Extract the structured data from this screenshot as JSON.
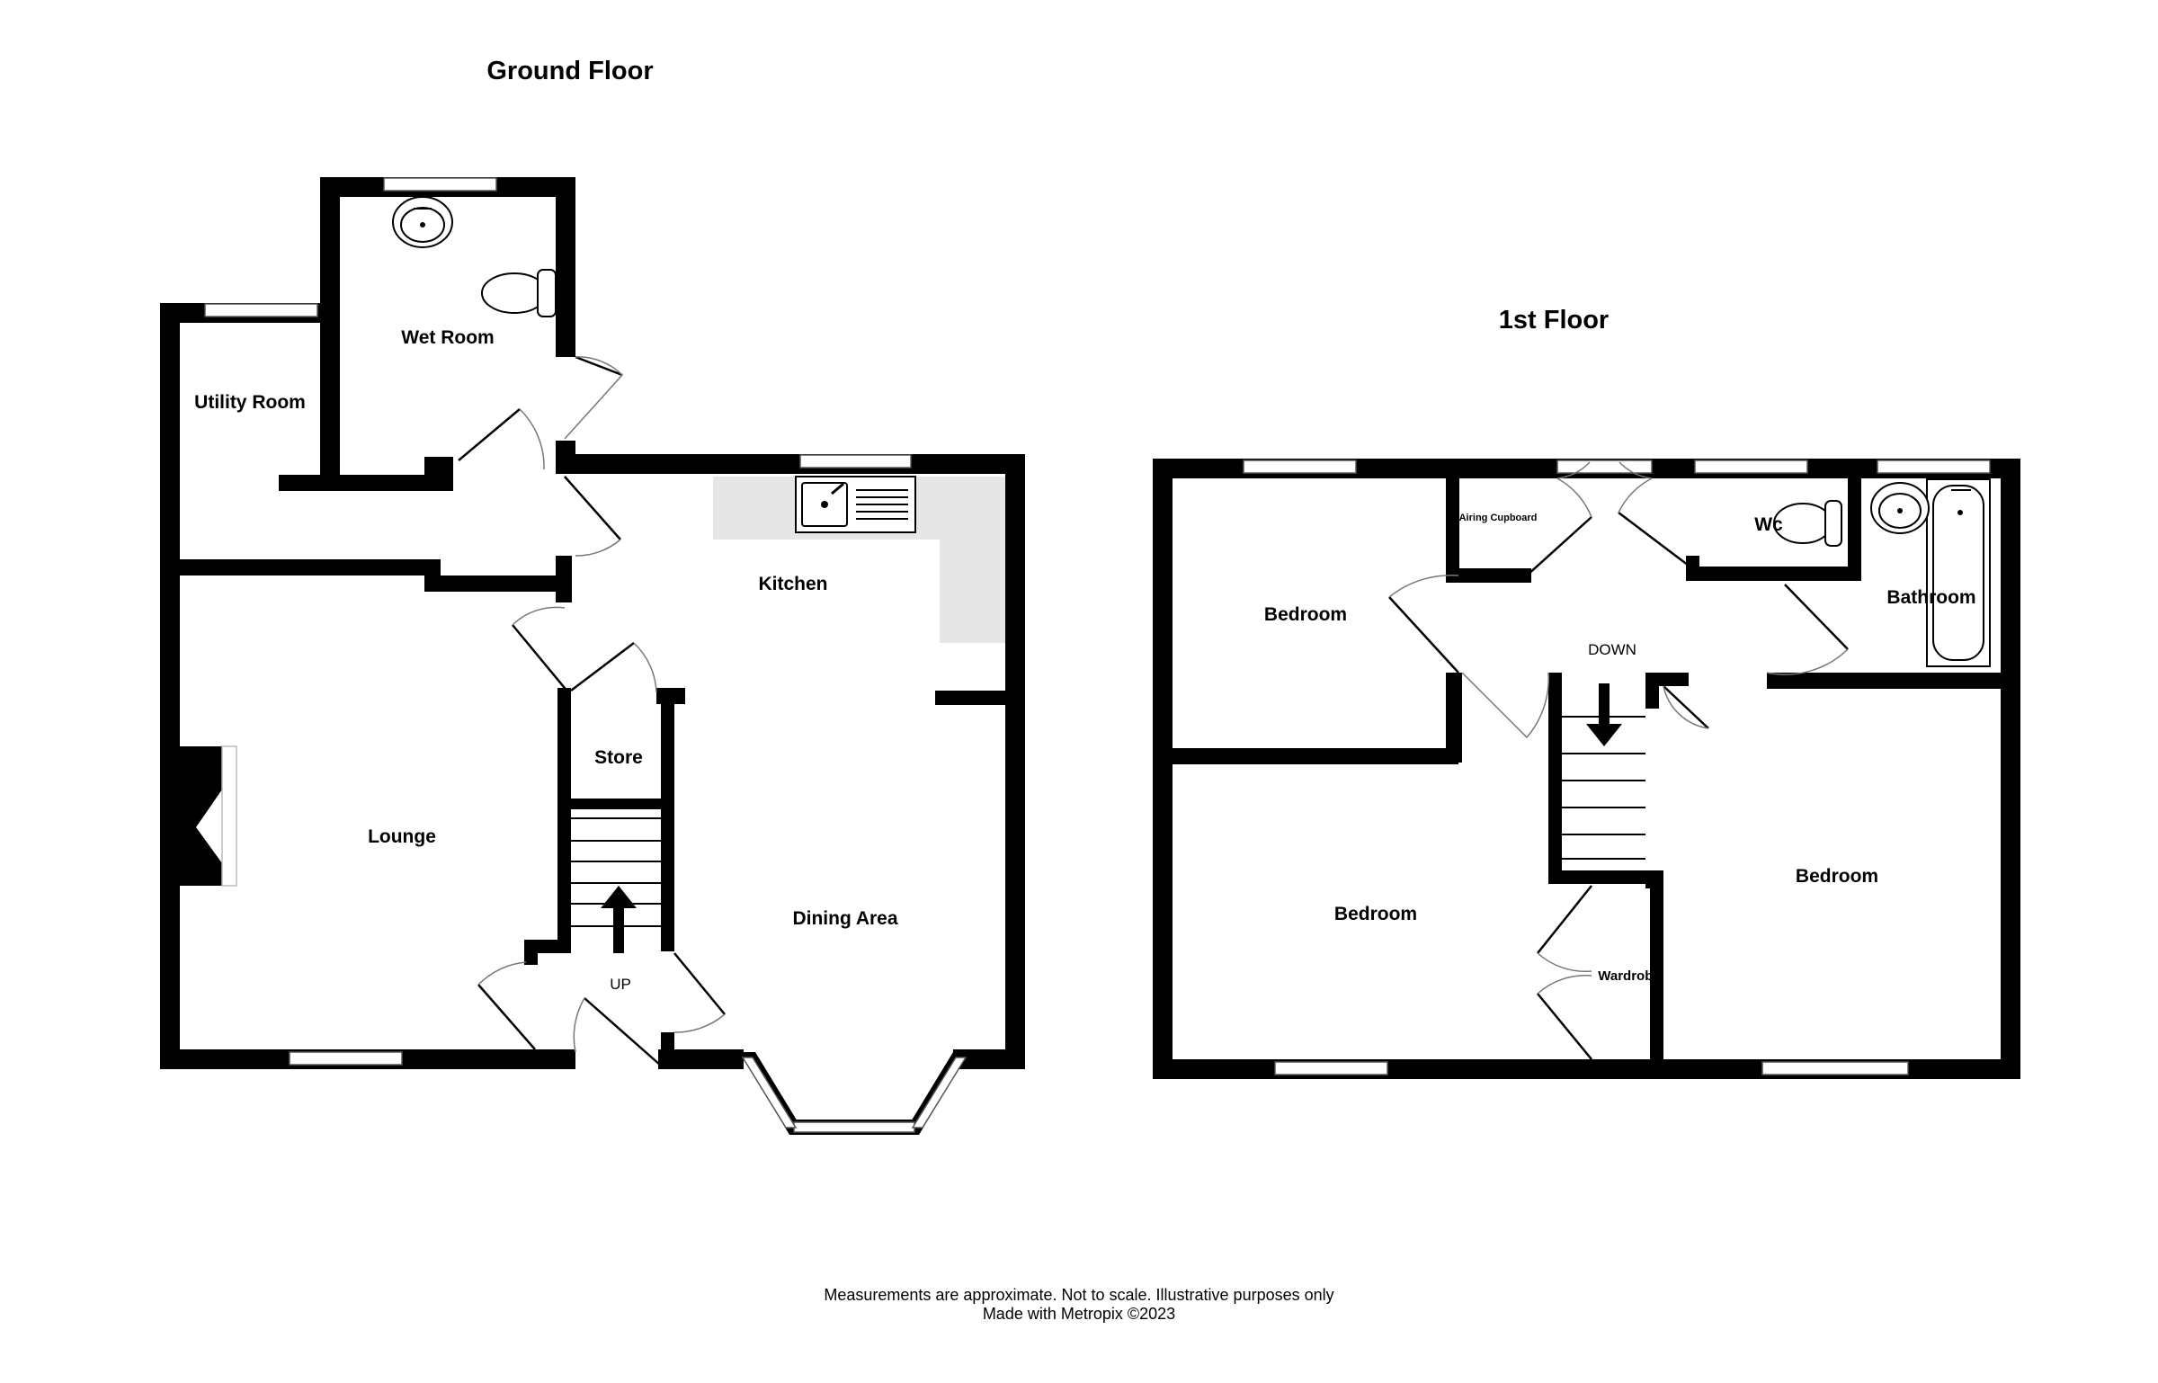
{
  "floors": {
    "ground": {
      "title": "Ground Floor",
      "rooms": {
        "wet_room": "Wet Room",
        "utility_room": "Utility Room",
        "kitchen": "Kitchen",
        "lounge": "Lounge",
        "store": "Store",
        "dining_area": "Dining Area"
      },
      "stairs_label": "UP"
    },
    "first": {
      "title": "1st Floor",
      "rooms": {
        "bedroom_1": "Bedroom",
        "bedroom_2": "Bedroom",
        "bedroom_3": "Bedroom",
        "airing_cupboard": "Airing Cupboard",
        "wc": "Wc",
        "bathroom": "Bathroom",
        "wardrobe": "Wardrobe"
      },
      "stairs_label": "DOWN"
    }
  },
  "footer": {
    "line1": "Measurements are approximate.  Not to scale.  Illustrative purposes only",
    "line2": "Made with Metropix ©2023"
  }
}
